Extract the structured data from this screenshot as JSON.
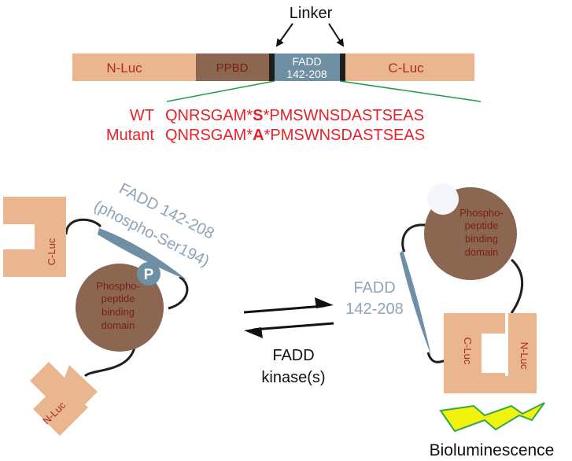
{
  "construct": {
    "linker_label": "Linker",
    "nluc_label": "N-Luc",
    "ppbd_label": "PPBD",
    "fadd_label_line1": "FADD",
    "fadd_label_line2": "142-208",
    "cluc_label": "C-Luc"
  },
  "sequences": {
    "wt": {
      "label": "WT",
      "prefix": "QNRSGAM*",
      "residue": "S",
      "suffix": "*PMSWNSDASTSEAS"
    },
    "mutant": {
      "label": "Mutant",
      "prefix": "QNRSGAM*",
      "residue": "A",
      "suffix": "*PMSWNSDASTSEAS"
    }
  },
  "left_state": {
    "cluc_label": "C-Luc",
    "nluc_label": "N-Luc",
    "fadd_line1": "FADD 142-208",
    "fadd_line2": "(phospho-Ser194)",
    "phospho_label": "P",
    "domain_line1": "Phospho-",
    "domain_line2": "peptide",
    "domain_line3": "binding",
    "domain_line4": "domain"
  },
  "equilibrium": {
    "fadd_line1": "FADD",
    "fadd_line2": "142-208",
    "kinase_line1": "FADD",
    "kinase_line2": "kinase(s)"
  },
  "right_state": {
    "domain_line1": "Phospho-",
    "domain_line2": "peptide",
    "domain_line3": "binding",
    "domain_line4": "domain",
    "cluc_label": "C-Luc",
    "nluc_label": "N-Luc",
    "output_label": "Bioluminescence"
  },
  "colors": {
    "luciferase": "#eab690",
    "ppbd": "#8b6651",
    "fadd": "#6e8fa4",
    "fadd_text": "#8ea4b8",
    "sequence_red": "#e8202a",
    "label_red": "#a82c26",
    "linker": "#1e1e1e",
    "connector_green": "#1f9a48",
    "lightning_fill": "#f2f20f",
    "lightning_stroke": "#33a84a"
  }
}
